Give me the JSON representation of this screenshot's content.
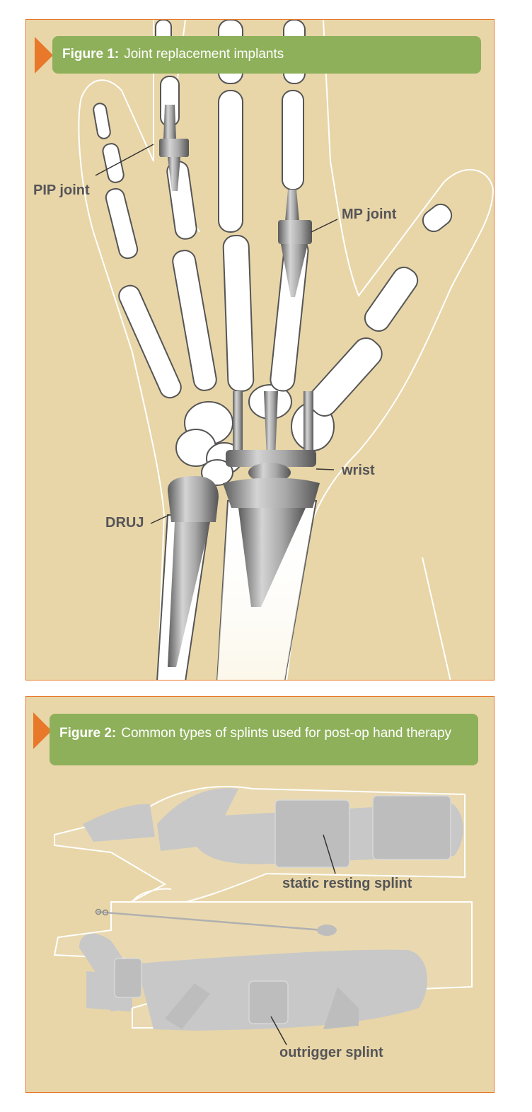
{
  "figure1": {
    "figure_label": "Figure 1:",
    "title": "Joint replacement implants",
    "labels": {
      "pip": "PIP joint",
      "mp": "MP joint",
      "wrist": "wrist",
      "druj": "DRUJ"
    }
  },
  "figure2": {
    "figure_label": "Figure 2:",
    "title": "Common types of splints used for post-op hand therapy",
    "labels": {
      "static": "static resting splint",
      "outrigger": "outrigger splint"
    }
  },
  "colors": {
    "panel_bg": "#e8d6a8",
    "panel_border": "#e8782a",
    "banner": "#8eb05a",
    "bone_fill": "#ffffff",
    "bone_outline": "#555555",
    "implant": "#8a8a8a",
    "splint": "#c8c8c8",
    "label_text": "#555558"
  }
}
